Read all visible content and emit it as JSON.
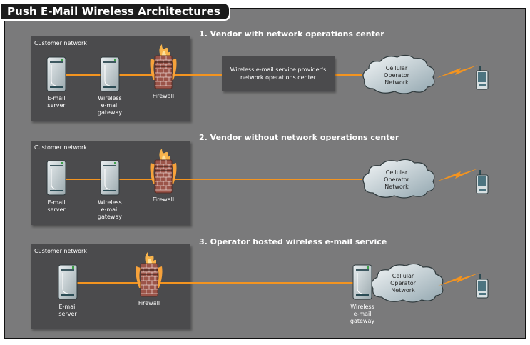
{
  "title": "Push E-Mail Wireless Architectures",
  "colors": {
    "background": "#7a7a7b",
    "panel": "#4b4b4d",
    "connection_line": "#f39420",
    "title_bar": "#1b1b1b"
  },
  "sections": [
    {
      "title": "1. Vendor with network operations center",
      "panel_label": "Customer network",
      "nodes": {
        "email_server": "E-mail\nserver",
        "gateway": "Wireless\ne-mail\ngateway",
        "firewall": "Firewall",
        "noc": "Wireless e-mail service provider's\nnetwork operations center",
        "cloud": "Cellular\nOperator\nNetwork"
      }
    },
    {
      "title": "2. Vendor without network operations center",
      "panel_label": "Customer network",
      "nodes": {
        "email_server": "E-mail\nserver",
        "gateway": "Wireless\ne-mail\ngateway",
        "firewall": "Firewall",
        "cloud": "Cellular\nOperator\nNetwork"
      }
    },
    {
      "title": "3. Operator hosted wireless e-mail service",
      "panel_label": "Customer network",
      "nodes": {
        "email_server": "E-mail\nserver",
        "firewall": "Firewall",
        "gateway": "Wireless\ne-mail\ngateway",
        "cloud": "Cellular\nOperator\nNetwork"
      }
    }
  ],
  "icons": [
    "server-icon",
    "firewall-icon",
    "cloud-icon",
    "wireless-bolt-icon",
    "handheld-device-icon"
  ]
}
